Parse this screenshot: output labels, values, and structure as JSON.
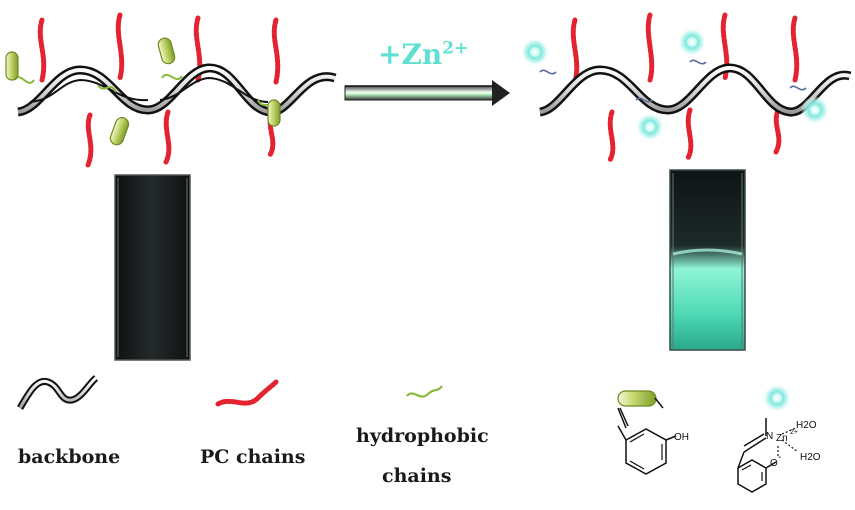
{
  "arrow": {
    "ion": "+Zn",
    "charge": "2+"
  },
  "legend": {
    "backbone": "backbone",
    "pc_chains": "PC chains",
    "hydrophobic_line1": "hydrophobic",
    "hydrophobic_line2": "chains"
  },
  "chem": {
    "free_ligand_group": "OH",
    "n": "N",
    "zn": "Zn",
    "zn_charge": "2+",
    "water1": "H2O",
    "water2": "H2O",
    "phenolate": "O",
    "phenolate_charge": "-"
  },
  "colors": {
    "backbone": "#222222",
    "pc_chain": "#e3232f",
    "hydrophobic": "#8ab83a",
    "glow": "#6fe6dc",
    "vial_dark": "#1a1e1e",
    "vial_fluorescent": "#7af0d0"
  }
}
